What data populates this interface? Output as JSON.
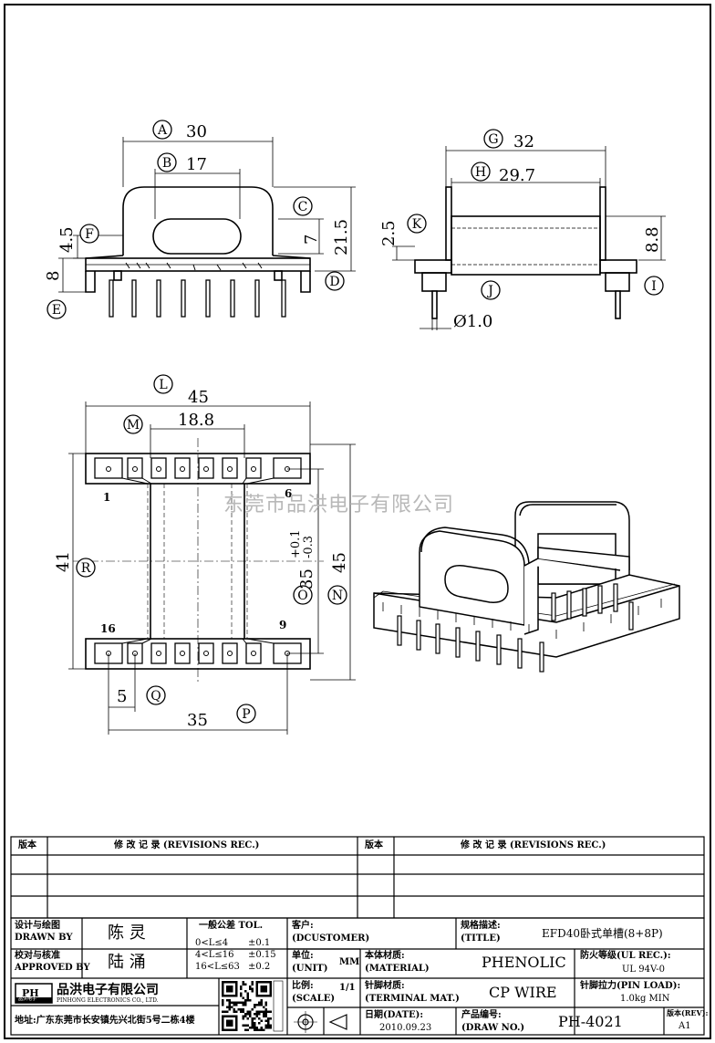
{
  "dims": {
    "A": {
      "label": "A",
      "value": "30"
    },
    "B": {
      "label": "B",
      "value": "17"
    },
    "C": {
      "label": "C"
    },
    "D": {
      "label": "D",
      "value": "21.5"
    },
    "E": {
      "label": "E",
      "value": "8"
    },
    "F": {
      "label": "F",
      "value": "4.5"
    },
    "C_value": "7",
    "G": {
      "label": "G",
      "value": "32"
    },
    "H": {
      "label": "H",
      "value": "29.7"
    },
    "K": {
      "label": "K",
      "value": "2.5"
    },
    "I": {
      "label": "I",
      "value": "8.8"
    },
    "J": {
      "label": "J",
      "value": "Ø1.0"
    },
    "L": {
      "label": "L",
      "value": "45"
    },
    "M": {
      "label": "M",
      "value": "18.8"
    },
    "R": {
      "label": "R",
      "value": "41"
    },
    "N": {
      "label": "N",
      "value": "45"
    },
    "O": {
      "label": "O",
      "value": "35",
      "tol_plus": "+0.1",
      "tol_minus": "-0.3"
    },
    "Q": {
      "label": "Q",
      "value": "5"
    },
    "P": {
      "label": "P",
      "value": "35"
    }
  },
  "pins": {
    "p1": "1",
    "p6": "6",
    "p16": "16",
    "p9": "9"
  },
  "watermark": "东莞市品洪电子有限公司",
  "revisions": {
    "ver_label": "版本",
    "rec_label": "修 改 记 录 (REVISIONS REC.)"
  },
  "title_block": {
    "drawn_cn": "设计与绘图",
    "drawn_en": "DRAWN BY",
    "drawn_name": "陈 灵",
    "approved_cn": "校对与核准",
    "approved_en": "APPROVED BY",
    "approved_name": "陆 涌",
    "tol_title": "一般公差 TOL.",
    "tol_rows": [
      [
        "0<L≤4",
        "±0.1"
      ],
      [
        "4<L≤16",
        "±0.15"
      ],
      [
        "16<L≤63",
        "±0.2"
      ]
    ],
    "customer_cn": "客户:",
    "customer_en": "(DCUSTOMER)",
    "title_cn": "规格描述:",
    "title_en": "(TITLE)",
    "title_value": "EFD40卧式单槽(8+8P)",
    "unit_cn": "单位:",
    "unit_en": "(UNIT)",
    "unit_value": "MM",
    "material_cn": "本体材质:",
    "material_en": "(MATERIAL)",
    "material_value": "PHENOLIC",
    "ul_cn": "防火等级(UL REC.):",
    "ul_value": "UL 94V-0",
    "scale_cn": "比例:",
    "scale_en": "(SCALE)",
    "scale_value": "1/1",
    "terminal_cn": "针脚材质:",
    "terminal_en": "(TERMINAL MAT.)",
    "terminal_value": "CP WIRE",
    "pinload_cn": "针脚拉力(PIN LOAD):",
    "pinload_value": "1.0kg MIN",
    "company_logo": "PH",
    "company_logo_sub": "品洪电子",
    "company_cn": "品洪电子有限公司",
    "company_en": "PINHONG ELECTRONICS CO., LTD.",
    "address": "地址:广东东莞市长安镇先兴北街5号二栋4楼",
    "date_cn": "日期(DATE):",
    "date_value": "2010.09.23",
    "drawno_cn": "产品编号:",
    "drawno_en": "(DRAW NO.)",
    "drawno_value": "PH-4021",
    "rev_cn": "版本(REV):",
    "rev_value": "A1"
  }
}
